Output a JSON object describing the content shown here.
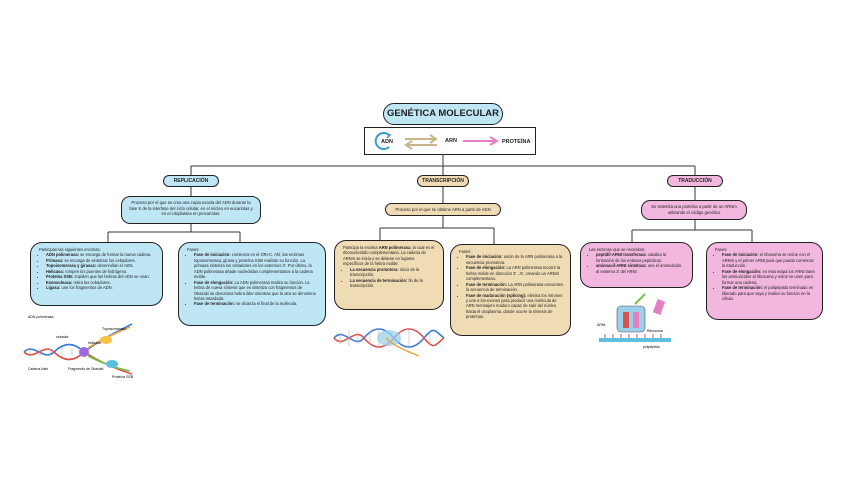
{
  "title": "GENÉTICA MOLECULAR",
  "dogma": {
    "adn": "ADN",
    "arn": "ARN",
    "proteina": "PROTEÍNA"
  },
  "colors": {
    "replicacion": "#bfe6f5",
    "transcripcion": "#f0dcb4",
    "traduccion": "#f2b7de",
    "dna_red": "#d9534f",
    "dna_blue": "#3a7bd5"
  },
  "replicacion": {
    "label": "REPLICACIÓN",
    "description": "Proceso por el que se crea una copia exacta del ADN durante la fase S de la interfase del ciclo celular, en el núcleo en eucariotas y en el citoplasma en procariotas.",
    "participants_intro": "Participan las siguientes enzimas:",
    "participants": [
      {
        "name": "ADN polimerasa:",
        "text": " se encarga de formar la nueva cadena."
      },
      {
        "name": "Primasa:",
        "text": " se encarga de sintetizar los cebadores."
      },
      {
        "name": "Topoisomerasa y girasas:",
        "text": " desenrollan el ADN."
      },
      {
        "name": "Helicasa:",
        "text": " rompen los puentes de hidrógeno."
      },
      {
        "name": "Proteína SSB:",
        "text": " impiden que las hebras del ADN se unan."
      },
      {
        "name": "Exonucleasa:",
        "text": " retira los cebadores."
      },
      {
        "name": "Ligasa:",
        "text": " une los fragmentos de ADN."
      }
    ],
    "phases_intro": "Fases:",
    "phases": [
      {
        "name": "Fase de iniciación:",
        "text": " comienza en el ORI-C. Ahí, las enzimas topoisomerasa, girasa y proteína SSB realizan su función. La primasa sintetiza los cebadores en los extremos 3'. Por último, la ADN polimerasa añade nucleótidos complementarios a la cadena molde."
      },
      {
        "name": "Fase de elongación:",
        "text": " La ADN polimerasa realiza su función. La hebra de nueva síntesis que es sintetiza con fragmentos de Okazaki se denomina hebra lider mientras que la otra se denomina hebra retardada."
      },
      {
        "name": "Fase de terminación:",
        "text": " se alcanza el final de la molécula."
      }
    ],
    "image_labels": {
      "a": "ADN polimerasa",
      "b": "Topoisomerasa",
      "c": "helicasa",
      "d": "Fragmento de Okazaki",
      "e": "Cadena líder",
      "f": "cebador",
      "g": "Proteína SSB"
    }
  },
  "transcripcion": {
    "label": "TRANSCRIPCIÓN",
    "description": "Proceso por el que se obtiene ARN a partir de ADN",
    "participants_intro": "Participa la enzima ",
    "enzyme": "ARN polimerasa",
    "participants_text": ", la cual es el ribonucleótido complementario. La cadena de ARNm se inicia y se detiene en lugares específicos de la hebra molde:",
    "items": [
      {
        "name": "La secuencia promotora:",
        "text": " inicio de la transcripción."
      },
      {
        "name": "La secuencia de terminación:",
        "text": " fin de la transcripción."
      }
    ],
    "phases_intro": "Fases:",
    "phases": [
      {
        "name": "Fase de iniciación:",
        "text": " unión de la ARN polimerasa a la secuencia promotora."
      },
      {
        "name": "Fase de elongación:",
        "text": " La ARN polimerasa recorre la hebra molde en dirección 3'→5', creando un ARNm complementario."
      },
      {
        "name": "Fase de terminación:",
        "text": " La ARN polimerasa encuentra la secuencia de terminación."
      },
      {
        "name": "Fase de maduración (splicing):",
        "text": " elimina los intrones y une a los exones para producir una molécula de ARN mensajero maduro capaz de salir del núcleo hasta el citoplasma, donde ocurre la síntesis de proteínas."
      }
    ]
  },
  "traduccion": {
    "label": "TRADUCCIÓN",
    "description": "Se sintetiza una proteína a partir de un ARNm utilizando el código genético",
    "participants_intro": "Las enzimas que se necesitan:",
    "participants": [
      {
        "name": "peptidil-ARNt transferasa:",
        "text": " cataliza la formación de los enlaces peptídicos."
      },
      {
        "name": "aminoacil-ARNt sintetasa:",
        "text": " une el aminoácido al extremo 3' del ARNt"
      }
    ],
    "phases_intro": "Fases:",
    "phases": [
      {
        "name": "Fase de iniciación:",
        "text": " el ribosoma se reúne con el ARNm y el primer ARNt para que pueda comenzar la traducción."
      },
      {
        "name": "Fase de elongación:",
        "text": " en esta etapa los ARNt traen los aminoácidos al ribosoma y estos se unen para formar una cadena."
      },
      {
        "name": "Fase de terminación:",
        "text": " el polipéptido terminado es liberado para que vaya y realice su función en la célula."
      }
    ],
    "image_labels": {
      "a": "ARNt",
      "b": "Ribosoma",
      "c": "polipéptido"
    }
  }
}
